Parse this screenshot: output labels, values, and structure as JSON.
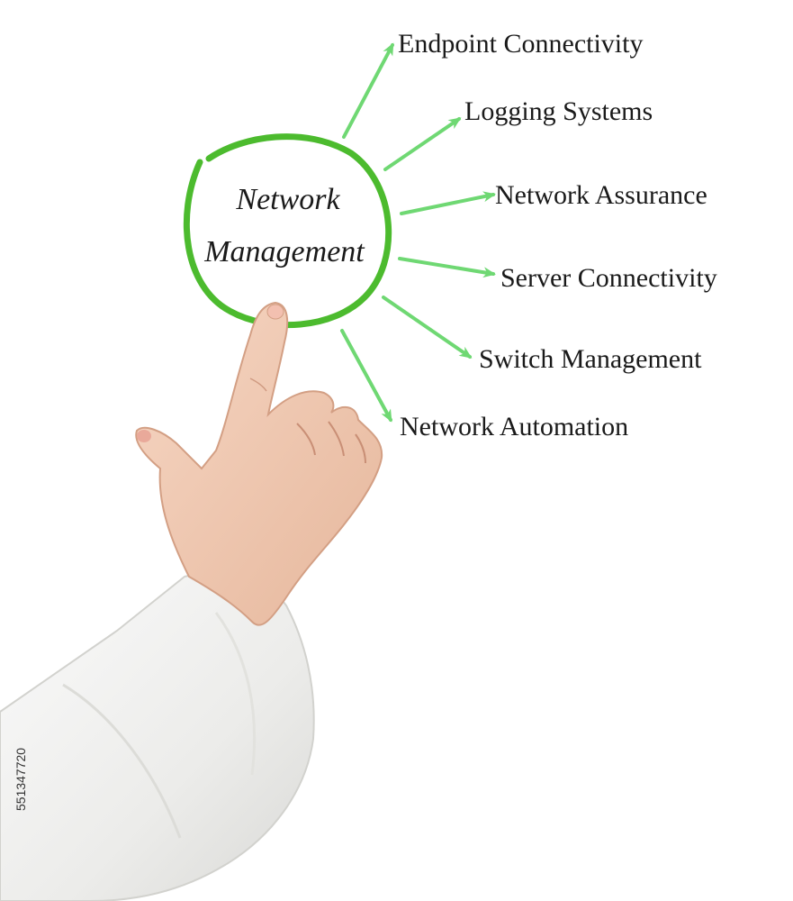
{
  "diagram": {
    "center": {
      "line1": "Network",
      "line2": "Management"
    },
    "items": [
      {
        "label": "Endpoint Connectivity"
      },
      {
        "label": "Logging Systems"
      },
      {
        "label": "Network Assurance"
      },
      {
        "label": "Server Connectivity"
      },
      {
        "label": "Switch Management"
      },
      {
        "label": "Network Automation"
      }
    ]
  },
  "watermark": {
    "image_id": "551347720"
  },
  "colors": {
    "circle_green": "#4cbb2e",
    "arrow_green": "#6fd873",
    "text": "#1a1a1a",
    "skin": "#f1c9b2",
    "sleeve": "#f3f3f1"
  }
}
